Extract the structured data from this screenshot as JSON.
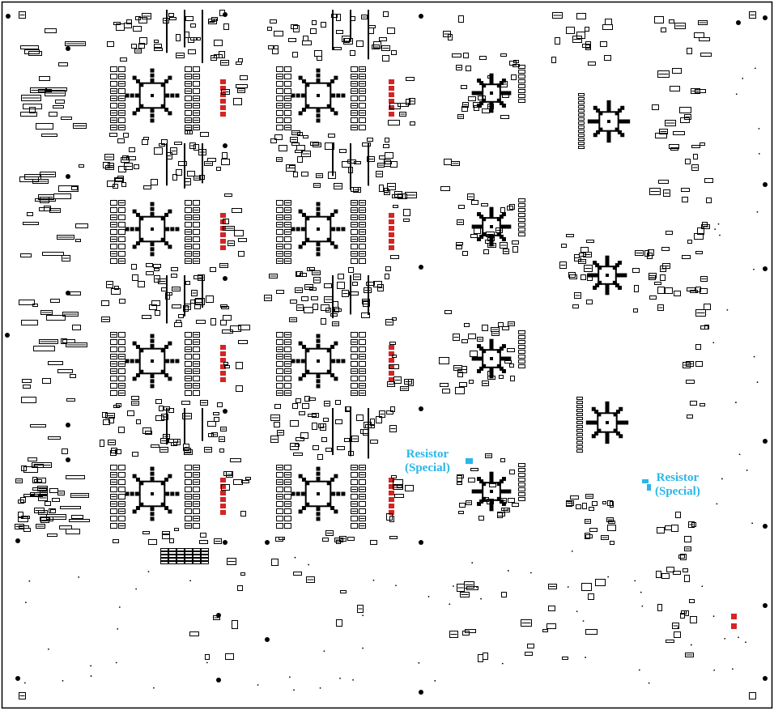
{
  "colors": {
    "background": "#ffffff",
    "silkscreen": "#000000",
    "highlight_red": "#d42424",
    "special_component": "#29b6e8",
    "label_text": "#29b6e8"
  },
  "annotations": [
    {
      "line1": "Resistor",
      "line2": "(Special)"
    },
    {
      "line1": "Resistor",
      "line2": "(Special)"
    }
  ]
}
